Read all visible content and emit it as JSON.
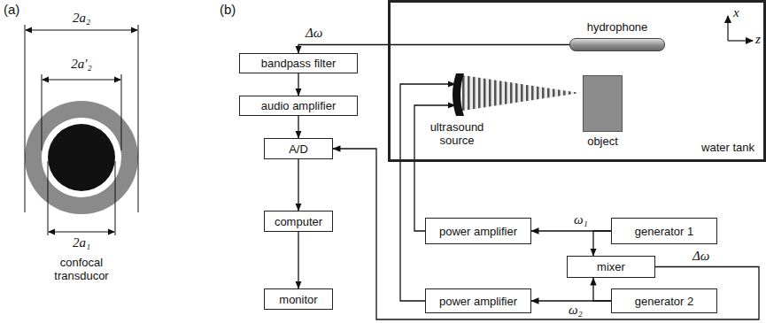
{
  "diagram": {
    "nodes": [
      {
        "text": [
          "water tank"
        ]
      },
      {
        "text": [
          "hydrophone"
        ],
        "in": 0
      },
      {
        "text": [
          "ultrasound source"
        ],
        "in": 0
      },
      {
        "text": [
          "object"
        ],
        "in": 0
      },
      {
        "text": [
          "bandpass filter"
        ]
      },
      {
        "text": [
          "audio amplifier"
        ]
      },
      {
        "text": [
          "A/D"
        ]
      },
      {
        "text": [
          "computer"
        ]
      },
      {
        "text": [
          "monitor"
        ]
      },
      {
        "text": [
          "power amplifier"
        ]
      },
      {
        "text": [
          "generator 1"
        ]
      },
      {
        "text": [
          "mixer"
        ]
      },
      {
        "text": [
          "power amplifier"
        ]
      },
      {
        "text": [
          "generator 2"
        ]
      }
    ],
    "edges": [
      {
        "from": 1,
        "to": 4,
        "label": "Δω",
        "arrow": "to"
      },
      {
        "from": 4,
        "to": 5,
        "arrow": "to"
      },
      {
        "from": 5,
        "to": 6,
        "arrow": "to"
      },
      {
        "from": 6,
        "to": 7,
        "arrow": "to"
      },
      {
        "from": 7,
        "to": 8,
        "arrow": "to"
      },
      {
        "from": 10,
        "to": 9,
        "label": "ω₁",
        "arrow": "to"
      },
      {
        "from": 10,
        "to": 11,
        "arrow": "to"
      },
      {
        "from": 13,
        "to": 12,
        "label": "ω₂",
        "arrow": "to"
      },
      {
        "from": 13,
        "to": 11,
        "arrow": "to"
      },
      {
        "from": 11,
        "to": 6,
        "label": "Δω",
        "arrow": "to"
      },
      {
        "from": 9,
        "to": 2,
        "arrow": "to"
      },
      {
        "from": 12,
        "to": 2,
        "arrow": "to"
      }
    ],
    "labels": [
      "(a)",
      "2a₂",
      "2a′₂",
      "2a₁",
      "confocal transducor",
      "(b)",
      "x",
      "z"
    ]
  }
}
